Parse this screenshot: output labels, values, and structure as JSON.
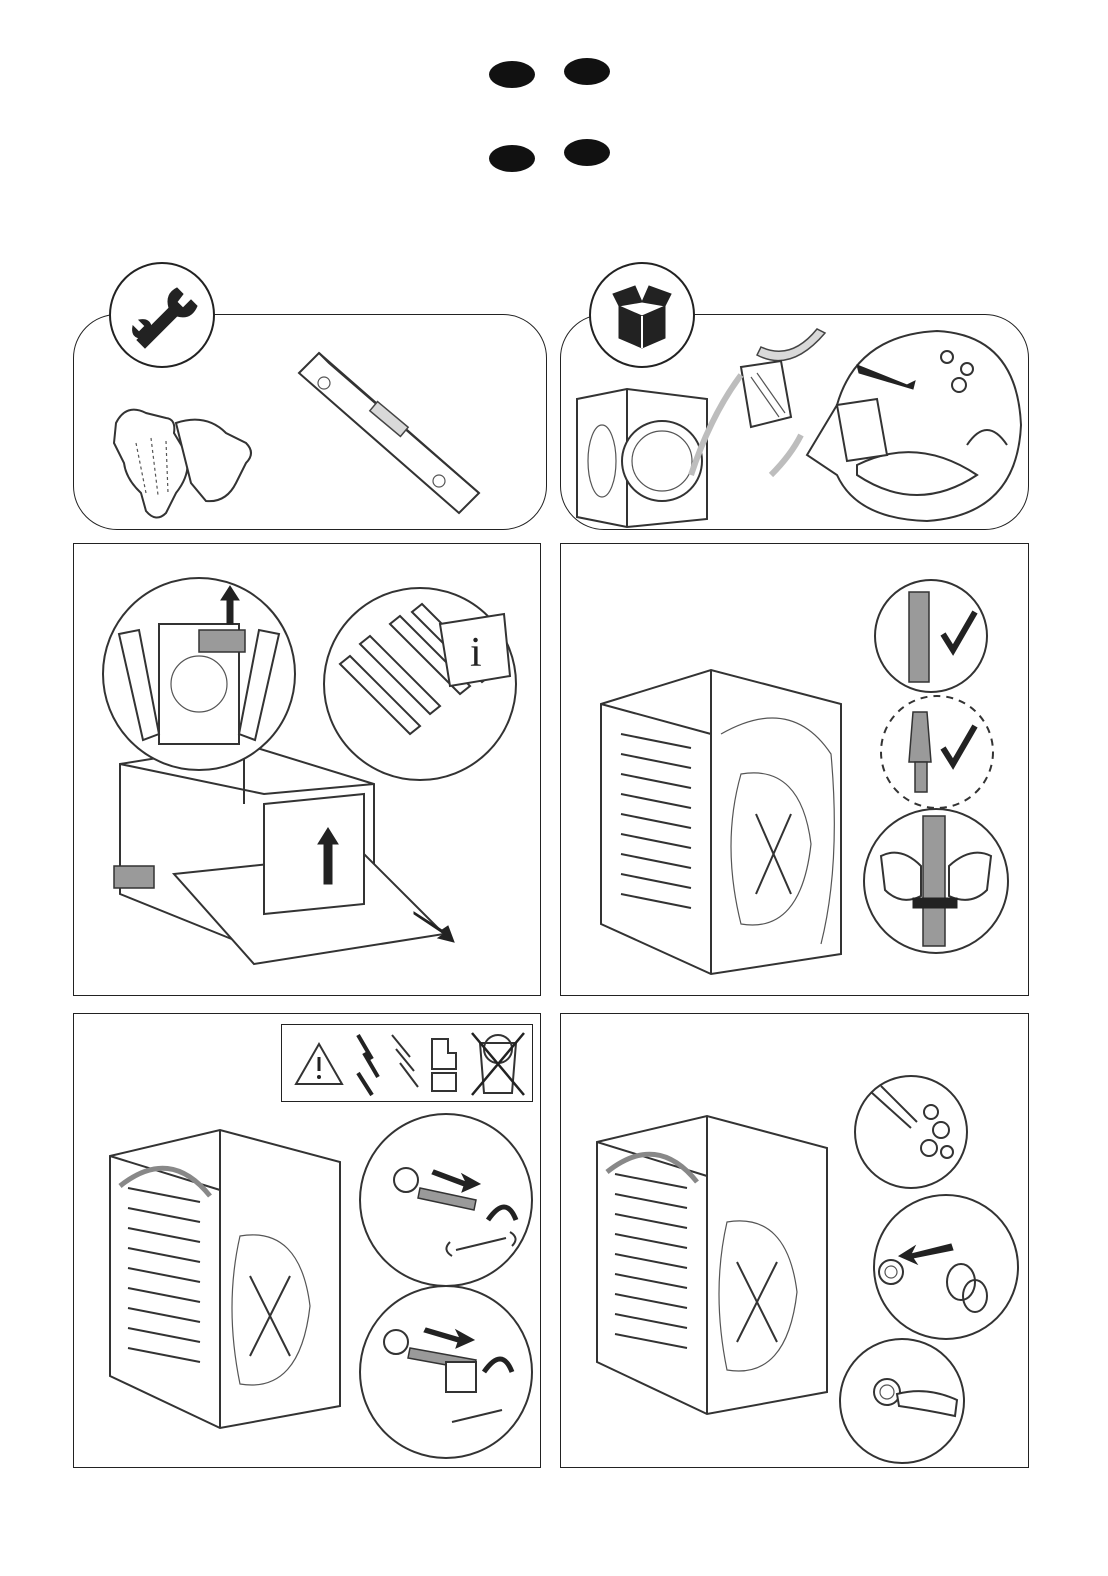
{
  "page": {
    "language_flags": [
      {
        "name": "language-flag-1"
      },
      {
        "name": "language-flag-2"
      },
      {
        "name": "language-flag-3"
      },
      {
        "name": "language-flag-4"
      }
    ]
  },
  "panels": [
    {
      "id": "tools",
      "badge_icon": "wrench-icon",
      "items": [
        "gloves-icon",
        "spirit-level-icon"
      ]
    },
    {
      "id": "package-contents",
      "badge_icon": "open-box-icon",
      "items": [
        "washing-machine-icon",
        "drain-hose-bracket-icon",
        "hose-icon",
        "wrench-icon",
        "caps-icon",
        "manual-icon"
      ]
    },
    {
      "id": "remove-packaging",
      "items": [
        "washing-machine-icon",
        "info-icon",
        "arrow-up-icon"
      ]
    },
    {
      "id": "hose-clips",
      "items": [
        "check-mark-icon",
        "check-mark-icon",
        "hose-clip-icon"
      ]
    },
    {
      "id": "remove-transit-bolts",
      "items": [
        "warning-icon",
        "bolts-icon",
        "wrench-icon",
        "rotate-arrow-icon",
        "do-not-discard-icon"
      ]
    },
    {
      "id": "insert-caps",
      "items": [
        "caps-icon",
        "arrow-left-icon",
        "finger-press-icon"
      ]
    }
  ],
  "colors": {
    "ink": "#222222",
    "gray": "#9a9a9a",
    "light": "#d9d9d9"
  }
}
